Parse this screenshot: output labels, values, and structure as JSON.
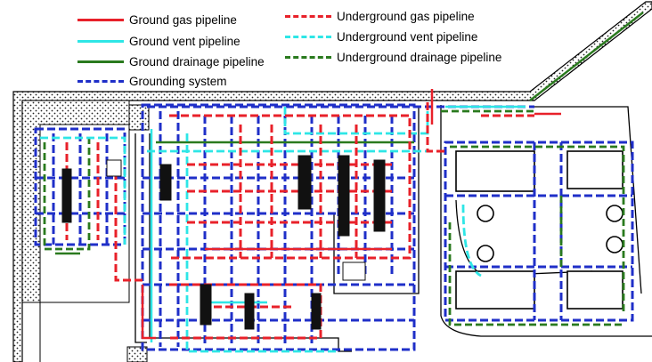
{
  "legend": {
    "items": [
      {
        "key": "ground_gas",
        "label": "Ground gas pipeline",
        "color": "#e8212a",
        "dashed": false
      },
      {
        "key": "ground_vent",
        "label": "Ground vent pipeline",
        "color": "#2ee6e6",
        "dashed": false
      },
      {
        "key": "ground_drainage",
        "label": "Ground drainage pipeline",
        "color": "#2a7a1e",
        "dashed": false
      },
      {
        "key": "grounding",
        "label": "Grounding system",
        "color": "#1f2fc8",
        "dashed": true
      },
      {
        "key": "underground_gas",
        "label": "Underground gas pipeline",
        "color": "#e8212a",
        "dashed": true
      },
      {
        "key": "underground_vent",
        "label": "Underground vent pipeline",
        "color": "#2ee6e6",
        "dashed": true
      },
      {
        "key": "underground_drainage",
        "label": "Underground drainage pipeline",
        "color": "#2a7a1e",
        "dashed": true
      }
    ]
  }
}
